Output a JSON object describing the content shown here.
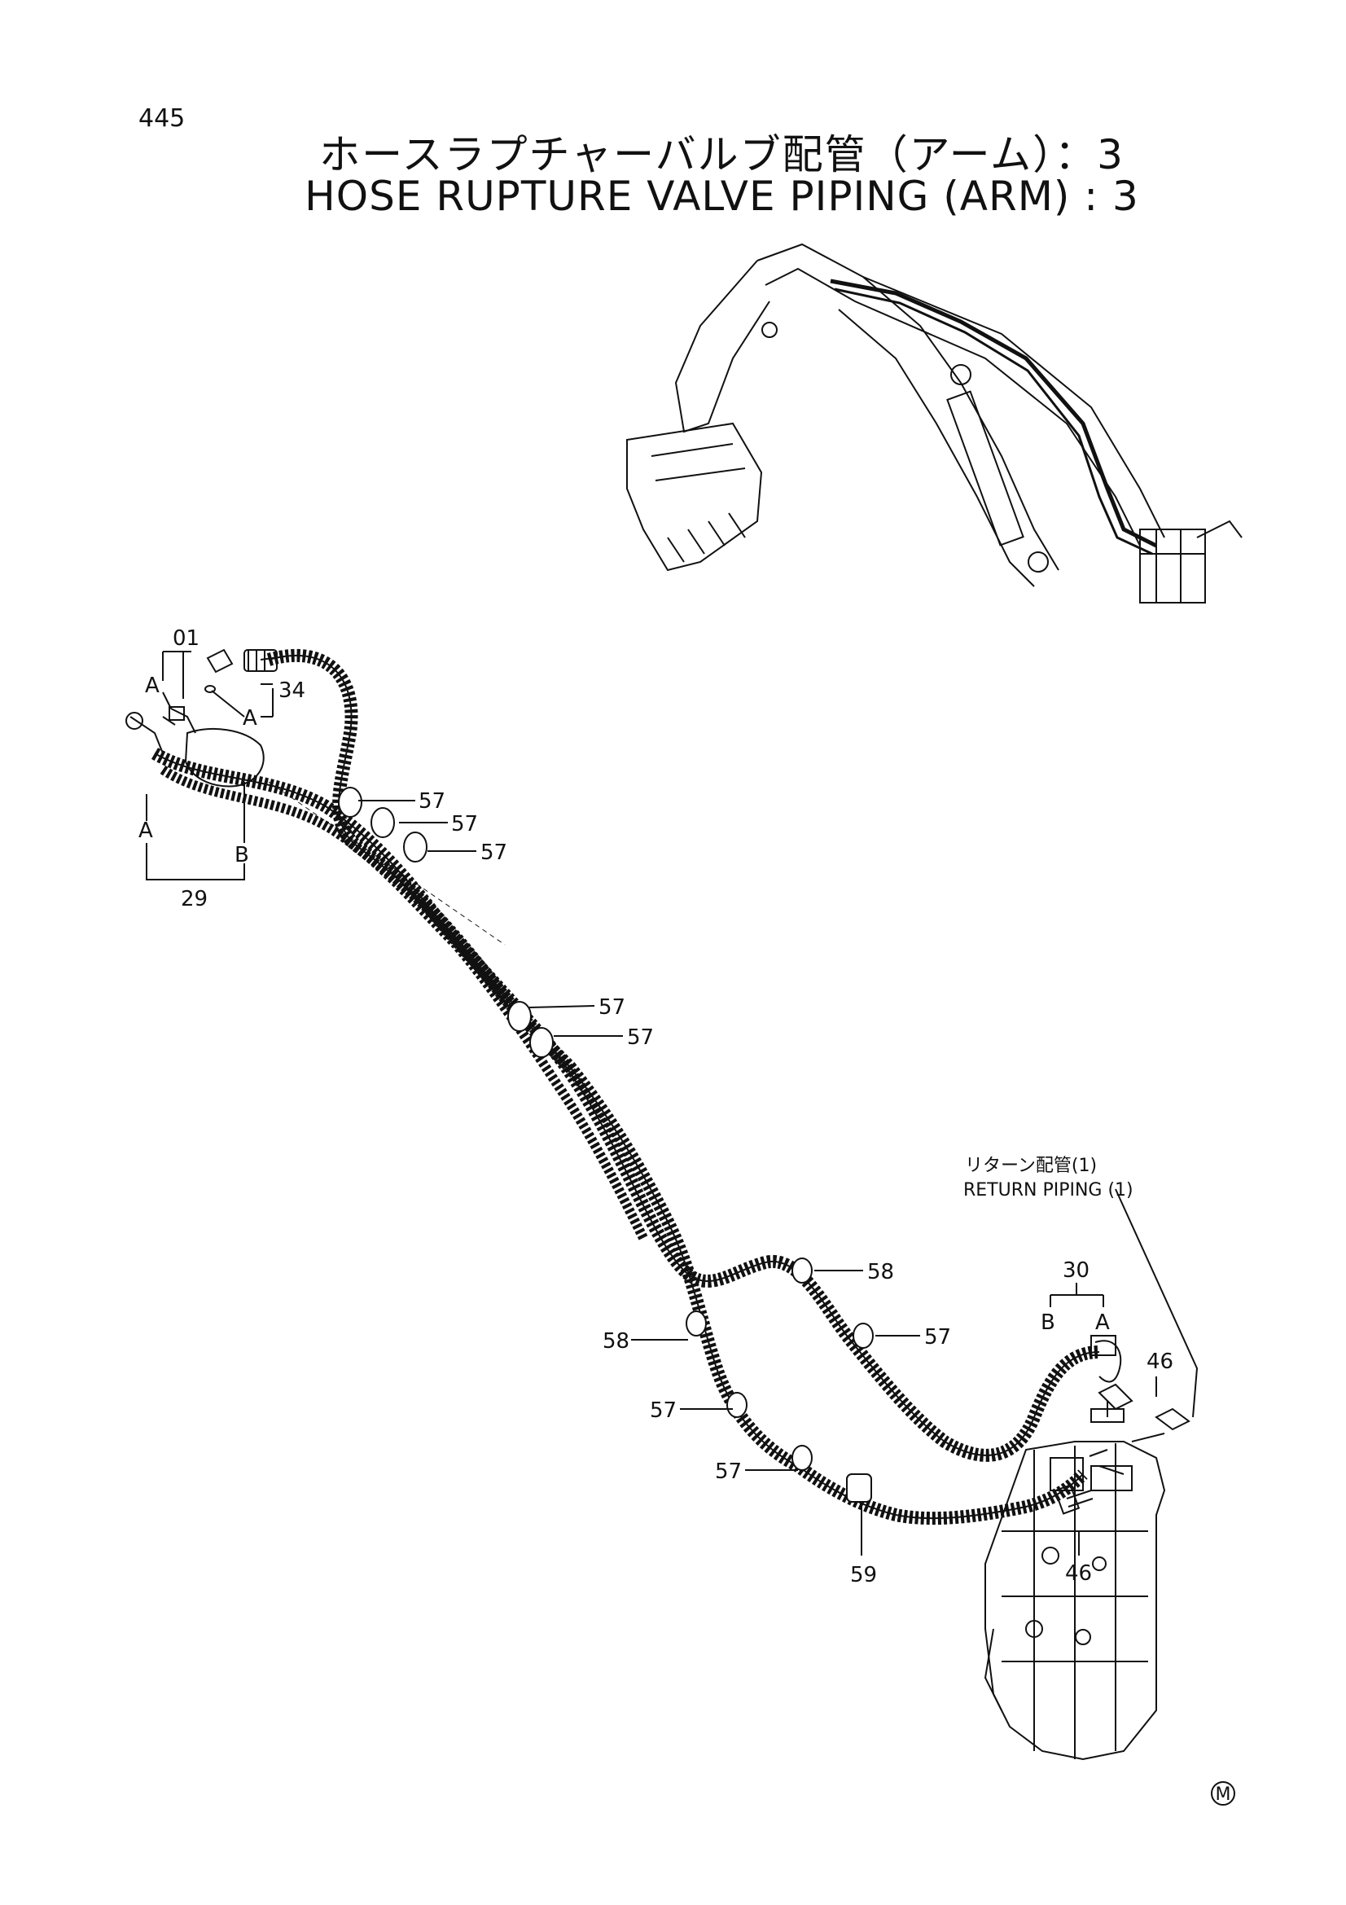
{
  "page_number": "445",
  "title_jp": "ホースラプチャーバルブ配管（アーム）：3",
  "title_en": "HOSE RUPTURE VALVE PIPING (ARM) : 3",
  "callouts": {
    "p01": "01",
    "p34": "34",
    "p29": "29",
    "p30": "30",
    "p46a": "46",
    "p46b": "46",
    "p57_1": "57",
    "p57_2": "57",
    "p57_3": "57",
    "p57_4": "57",
    "p57_5": "57",
    "p57_6": "57",
    "p57_7": "57",
    "p57_8": "57",
    "p58_1": "58",
    "p58_2": "58",
    "p59": "59",
    "A1": "A",
    "A2": "A",
    "A3": "A",
    "A4": "A",
    "B1": "B",
    "B2": "B"
  },
  "return_piping": {
    "jp": "リターン配管(1)",
    "en": "RETURN PIPING (1)"
  },
  "mark": "M"
}
